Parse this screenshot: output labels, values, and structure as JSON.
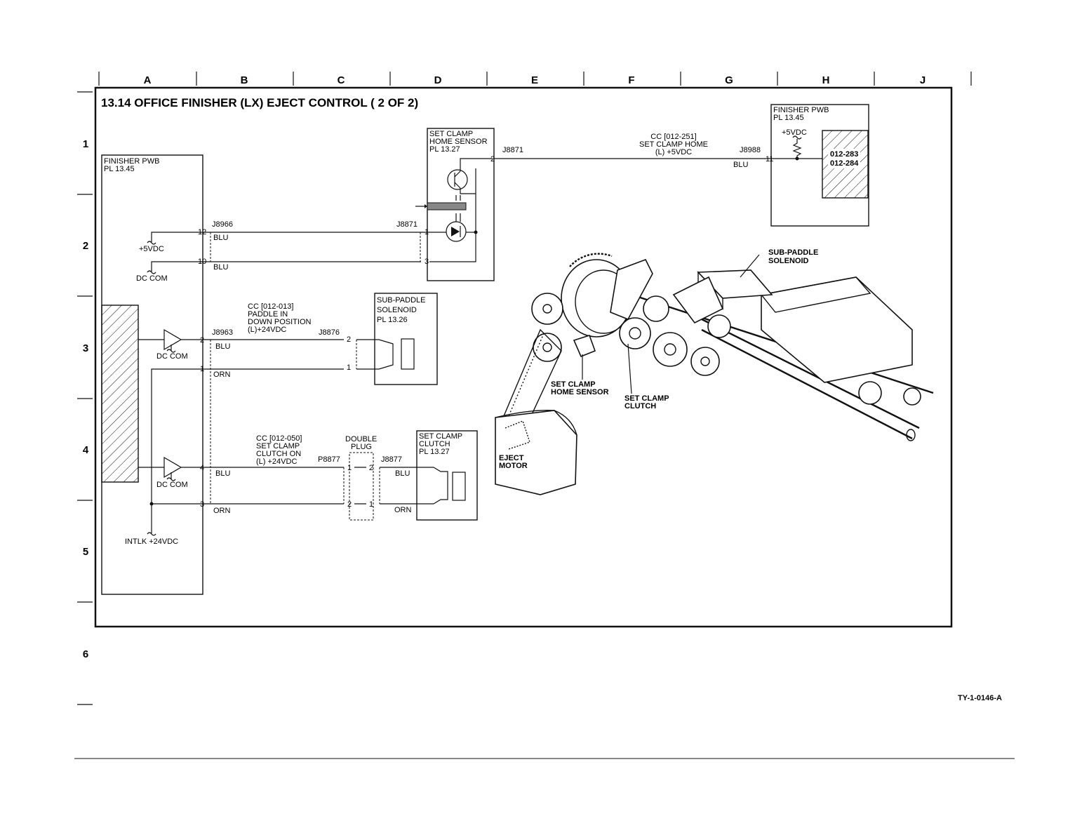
{
  "title": "13.14 OFFICE FINISHER (LX)  EJECT CONTROL ( 2 OF 2)",
  "columns": [
    "A",
    "B",
    "C",
    "D",
    "E",
    "F",
    "G",
    "H",
    "J"
  ],
  "rows": [
    "1",
    "2",
    "3",
    "4",
    "5",
    "6"
  ],
  "doc_id": "TY-1-0146-A",
  "left_pwb": {
    "name": "FINISHER PWB",
    "pl": "PL 13.45"
  },
  "right_pwb": {
    "name": "FINISHER PWB",
    "pl": "PL 13.45",
    "voltage": "+5VDC",
    "codes": [
      "012-283",
      "012-284"
    ]
  },
  "home_sensor": {
    "name_line1": "SET CLAMP",
    "name_line2": "HOME SENSOR",
    "pl": "PL 13.27",
    "cc_line1": "CC [012-251]",
    "cc_line2": "SET CLAMP HOME",
    "cc_line3": "(L) +5VDC",
    "conn_left": "J8966",
    "conn_sensor": "J8871",
    "conn_sensor_top": "J8871",
    "conn_pwb": "J8988",
    "pins": {
      "p12": "12",
      "p10": "10",
      "p1": "1",
      "p3": "3",
      "p2": "2",
      "p11": "11"
    },
    "wire_color": "BLU"
  },
  "power": {
    "v5": "+5VDC",
    "dc_com": "DC COM",
    "intlk": "INTLK +24VDC"
  },
  "sub_paddle": {
    "name_line1": "SUB-PADDLE",
    "name_line2": "SOLENOID",
    "pl": "PL 13.26",
    "cc_line1": "CC  [012-013]",
    "cc_line2": "PADDLE IN",
    "cc_line3": "DOWN POSITION",
    "cc_line4": "(L)+24VDC",
    "conn_left": "J8963",
    "conn_right": "J8876",
    "pins": {
      "p2": "2",
      "p1": "1"
    },
    "wire_blu": "BLU",
    "wire_orn": "ORN"
  },
  "clutch": {
    "name_line1": "SET CLAMP",
    "name_line2": "CLUTCH",
    "pl": "PL 13.27",
    "cc_line1": "CC  [012-050]",
    "cc_line2": "SET CLAMP",
    "cc_line3": "CLUTCH ON",
    "cc_line4": "(L) +24VDC",
    "plug_line1": "DOUBLE",
    "plug_line2": "PLUG",
    "conn_p": "P8877",
    "conn_j": "J8877",
    "pins": {
      "p4": "4",
      "p3": "3",
      "p1": "1",
      "p2": "2"
    },
    "wire_blu": "BLU",
    "wire_orn": "ORN"
  },
  "mechanism_labels": {
    "sub_paddle_1": "SUB-PADDLE",
    "sub_paddle_2": "SOLENOID",
    "home_sensor_1": "SET CLAMP",
    "home_sensor_2": "HOME SENSOR",
    "clutch_1": "SET CLAMP",
    "clutch_2": "CLUTCH",
    "motor_1": "EJECT",
    "motor_2": "MOTOR"
  }
}
